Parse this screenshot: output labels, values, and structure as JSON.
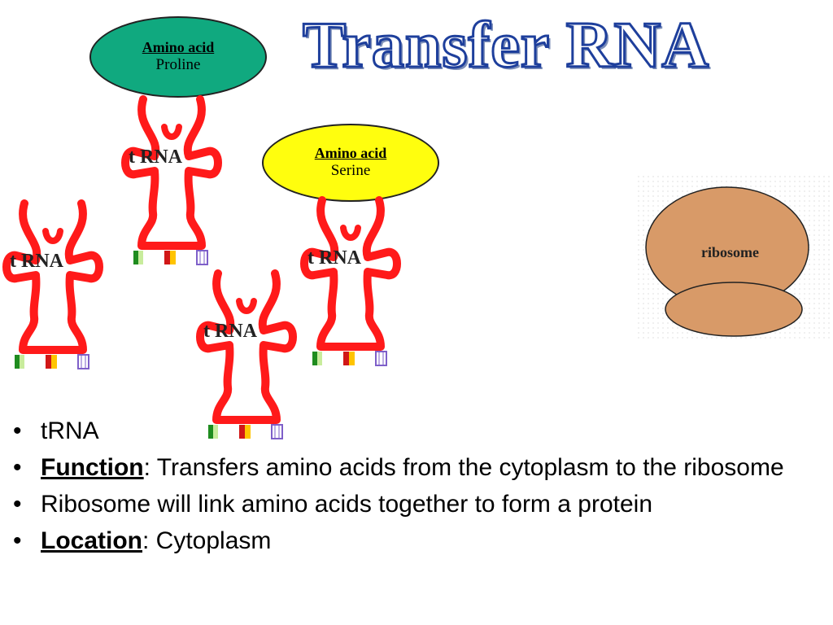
{
  "title": "Transfer RNA",
  "bubbles": {
    "proline": {
      "heading": "Amino acid",
      "name": "Proline"
    },
    "serine": {
      "heading": "Amino acid",
      "name": "Serine"
    }
  },
  "trna_label": "t RNA",
  "ribosome_label": "ribosome",
  "colors": {
    "trna": "#ff1a1a",
    "proline_bubble": "#10a97f",
    "serine_bubble": "#fffe0e",
    "ribosome": "#d89a68",
    "title_outline": "#1e3f9c"
  },
  "bullets": [
    {
      "bullet": "•",
      "text": "tRNA"
    },
    {
      "bullet": "•",
      "keyword": "Function",
      "text": ": Transfers amino acids from the cytoplasm to the ribosome"
    },
    {
      "bullet": "•",
      "text": "Ribosome will link amino acids together to form a protein"
    },
    {
      "bullet": "•",
      "keyword": "Location",
      "text": ": Cytoplasm"
    }
  ]
}
